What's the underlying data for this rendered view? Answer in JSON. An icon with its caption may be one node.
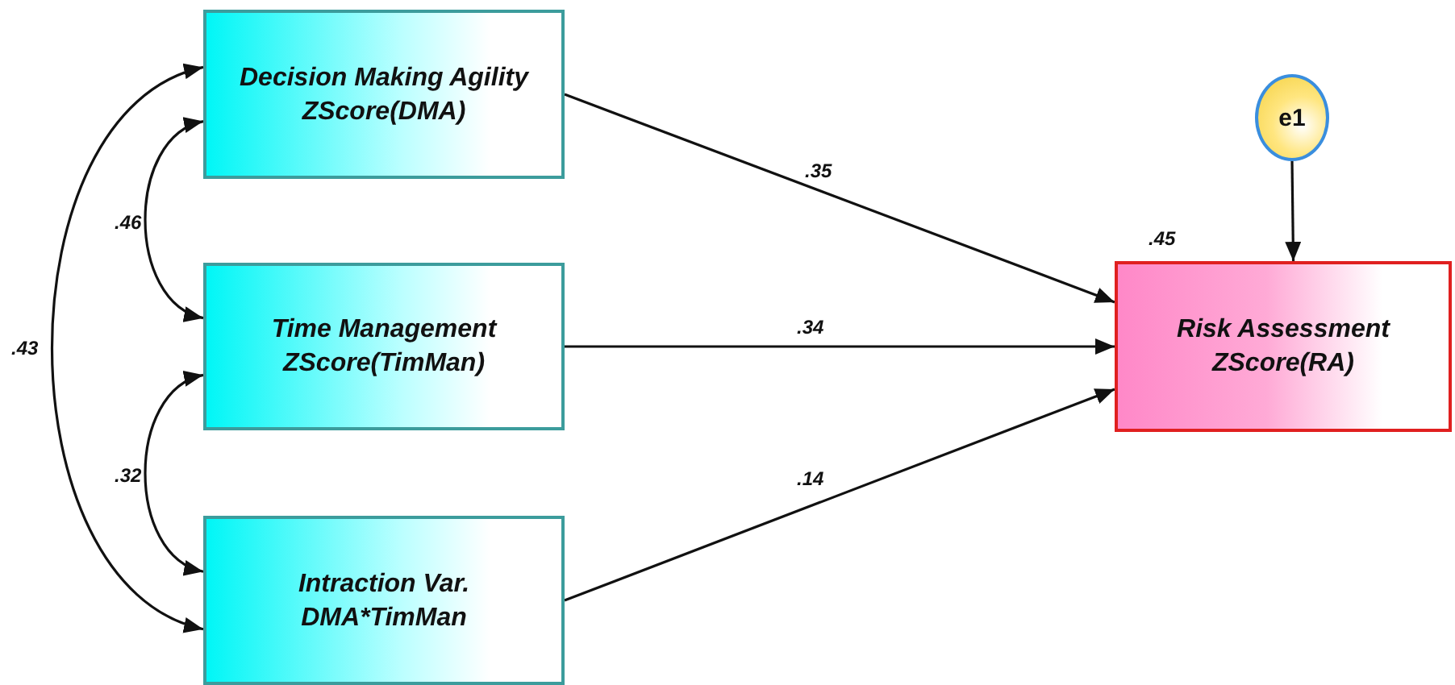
{
  "diagram": {
    "nodes": [
      {
        "text": [
          "Decision Making Agility ZScore(DMA)"
        ]
      },
      {
        "text": [
          "Time Management ZScore(TimMan)"
        ]
      },
      {
        "text": [
          "Intraction Var. DMA*TimMan"
        ]
      },
      {
        "text": [
          "Risk Assessment ZScore(RA)"
        ],
        "beside": [
          ".45"
        ]
      },
      {
        "text": [
          "e1"
        ]
      }
    ],
    "edges": [
      {
        "from": 0,
        "to": 3,
        "arrow": "to",
        "label": ".35"
      },
      {
        "from": 1,
        "to": 3,
        "arrow": "to",
        "label": ".34"
      },
      {
        "from": 2,
        "to": 3,
        "arrow": "to",
        "label": ".14"
      },
      {
        "from": 4,
        "to": 3,
        "arrow": "to"
      },
      {
        "from": 0,
        "to": 1,
        "arrow": "both",
        "label": ".46"
      },
      {
        "from": 1,
        "to": 2,
        "arrow": "both",
        "label": ".32"
      },
      {
        "from": 0,
        "to": 2,
        "arrow": "both",
        "label": ".43"
      }
    ]
  }
}
